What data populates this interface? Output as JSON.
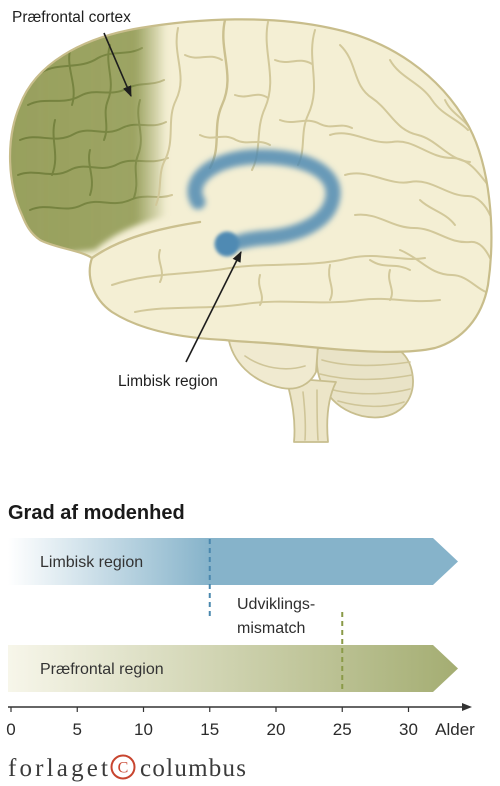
{
  "figure": {
    "brain": {
      "labels": {
        "prefrontal_cortex": "Præfrontal cortex",
        "limbic_region": "Limbisk region"
      },
      "colors": {
        "tissue": "#f4efd4",
        "prefrontal_highlight": "#98a05d",
        "limbic_highlight": "#4f8ab3"
      }
    },
    "maturity": {
      "title": "Grad af modenhed",
      "bars": [
        {
          "label": "Limbisk region",
          "dashed_marker_age": 15,
          "color": "#86b3ca"
        },
        {
          "label": "Præfrontal region",
          "dashed_marker_age": 25,
          "color": "#a4ad72"
        }
      ],
      "annotation": [
        "Udviklings-",
        "mismatch"
      ],
      "axis": {
        "label": "Alder",
        "ticks": [
          0,
          5,
          10,
          15,
          20,
          25,
          30
        ]
      }
    }
  },
  "publisher": {
    "name_left": "forlaget",
    "symbol": "C",
    "name_right": "columbus",
    "symbol_color": "#c8452f"
  }
}
